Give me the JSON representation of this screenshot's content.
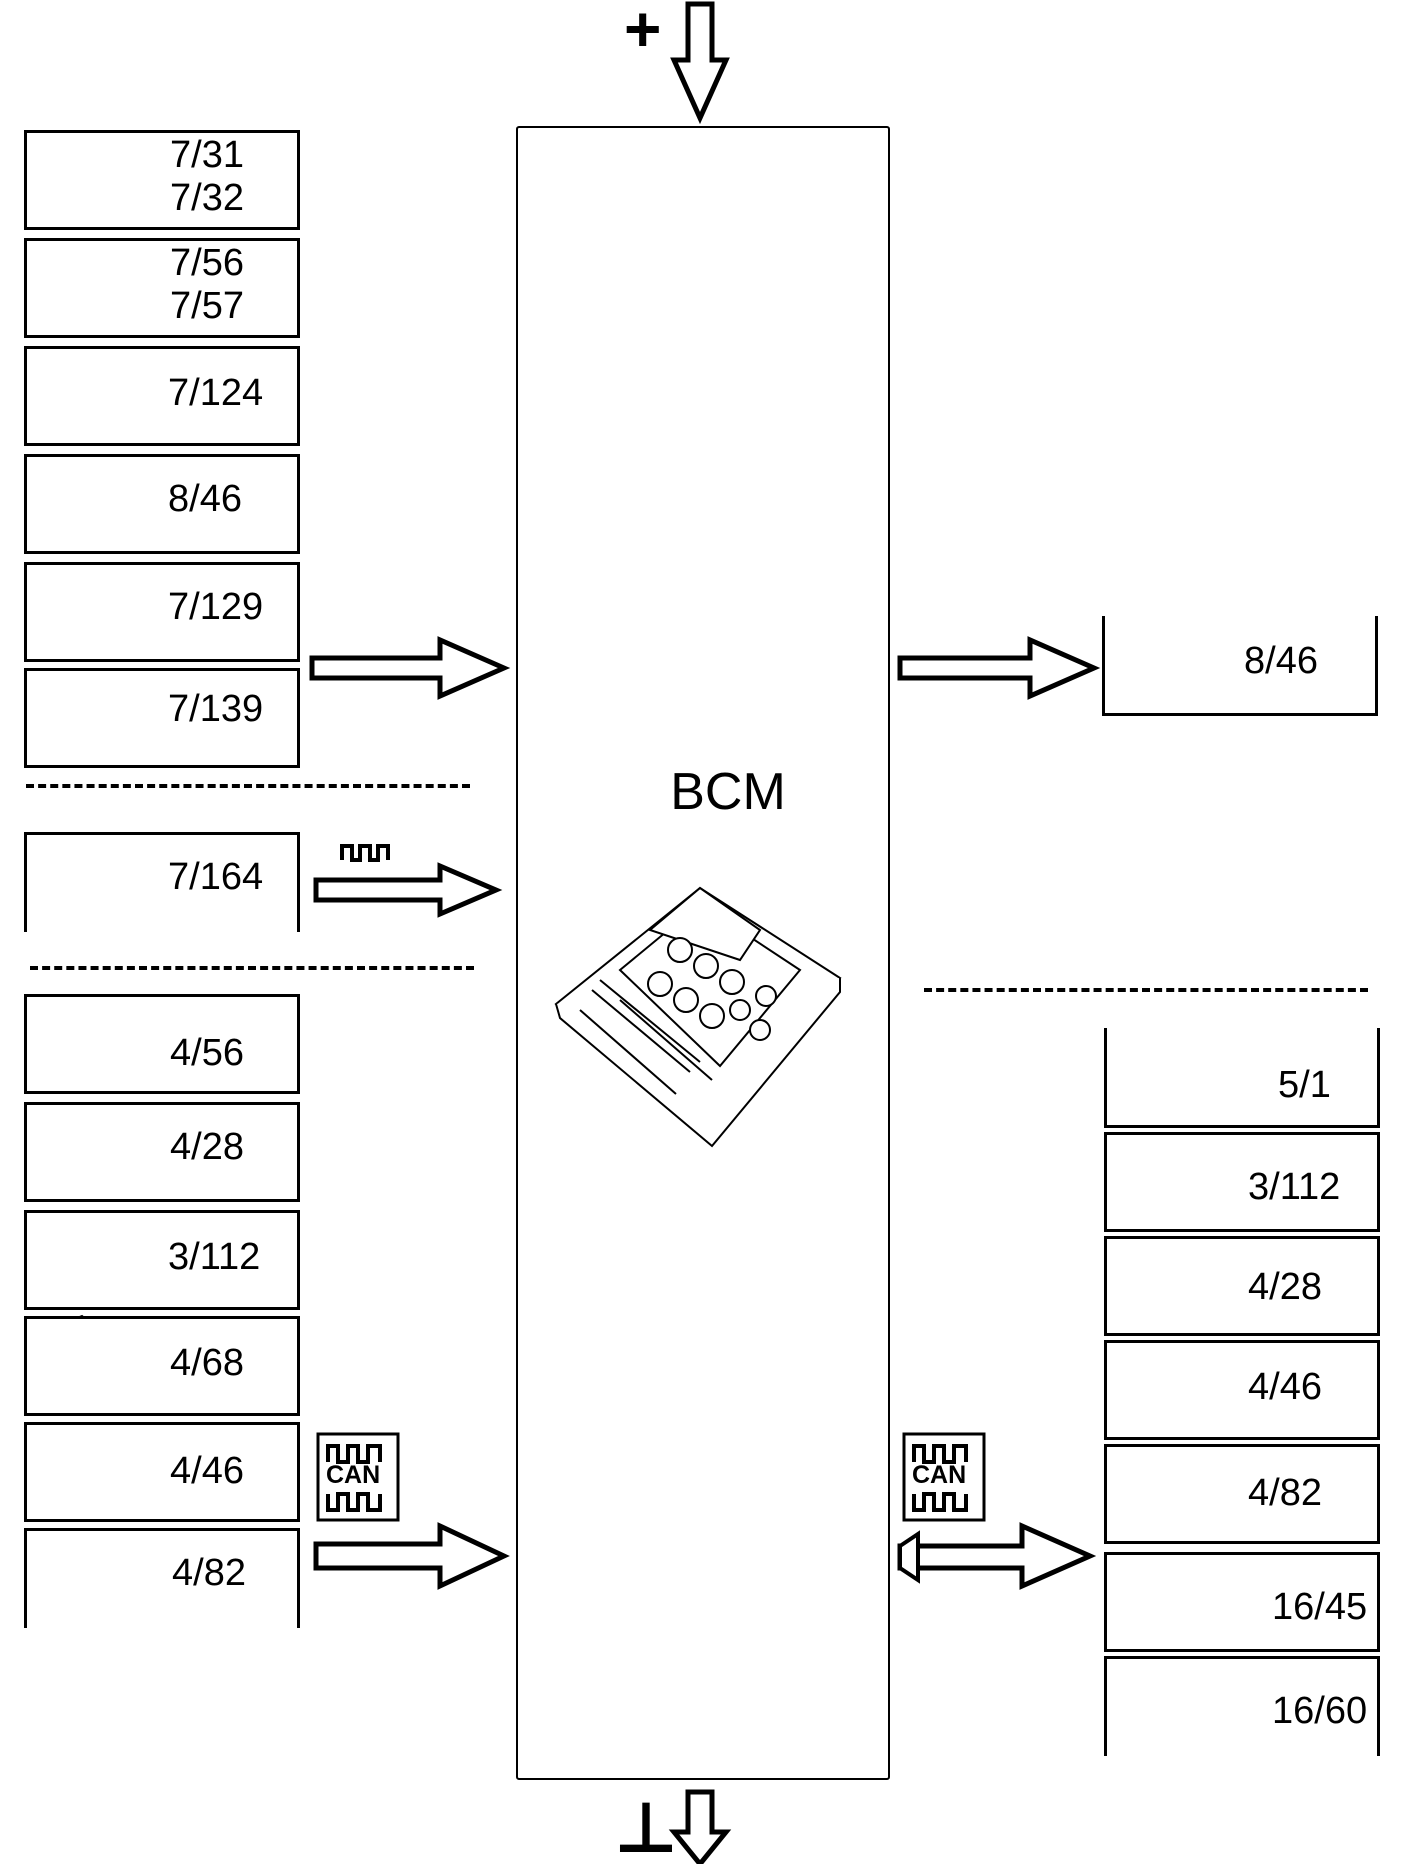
{
  "center": {
    "title": "BCM"
  },
  "power": {
    "plus_symbol": "+",
    "ground_symbol": "⊥"
  },
  "left_inputs": [
    {
      "label": "7/31\n7/32",
      "icon": "switch-assembly-icon"
    },
    {
      "label": "7/56\n7/57",
      "icon": "sensor-cable-icon"
    },
    {
      "label": "7/124",
      "icon": "motor-icon"
    },
    {
      "label": "8/46",
      "icon": "relay-schematic-icon"
    },
    {
      "label": "7/129",
      "icon": "switch-with-connector-icon"
    },
    {
      "label": "7/139",
      "icon": "switch-with-connector-icon"
    }
  ],
  "left_signal_input": {
    "label": "7/164",
    "icon": "bracket-sensor-icon"
  },
  "left_can": [
    {
      "label": "4/56",
      "icon": "control-unit-icon"
    },
    {
      "label": "4/28",
      "icon": "control-module-icon"
    },
    {
      "label": "3/112",
      "icon": "circuit-board-icon"
    },
    {
      "label": "4/68",
      "icon": "control-unit-icon"
    },
    {
      "label": "4/46",
      "icon": "control-module-icon"
    },
    {
      "label": "4/82",
      "icon": "cube-module-icon"
    }
  ],
  "right_output": {
    "label": "8/46",
    "icon": "relay-schematic-icon"
  },
  "right_can": [
    {
      "label": "5/1",
      "icon": "instrument-cluster-icon"
    },
    {
      "label": "3/112",
      "icon": "circuit-board-icon"
    },
    {
      "label": "4/28",
      "icon": "control-module-icon"
    },
    {
      "label": "4/46",
      "icon": "control-module-icon"
    },
    {
      "label": "4/82",
      "icon": "cube-module-icon"
    },
    {
      "label": "16/45",
      "icon": "box-module-icon"
    },
    {
      "label": "16/60",
      "icon": "small-module-icon"
    }
  ],
  "can_badge": {
    "text": "CAN"
  }
}
